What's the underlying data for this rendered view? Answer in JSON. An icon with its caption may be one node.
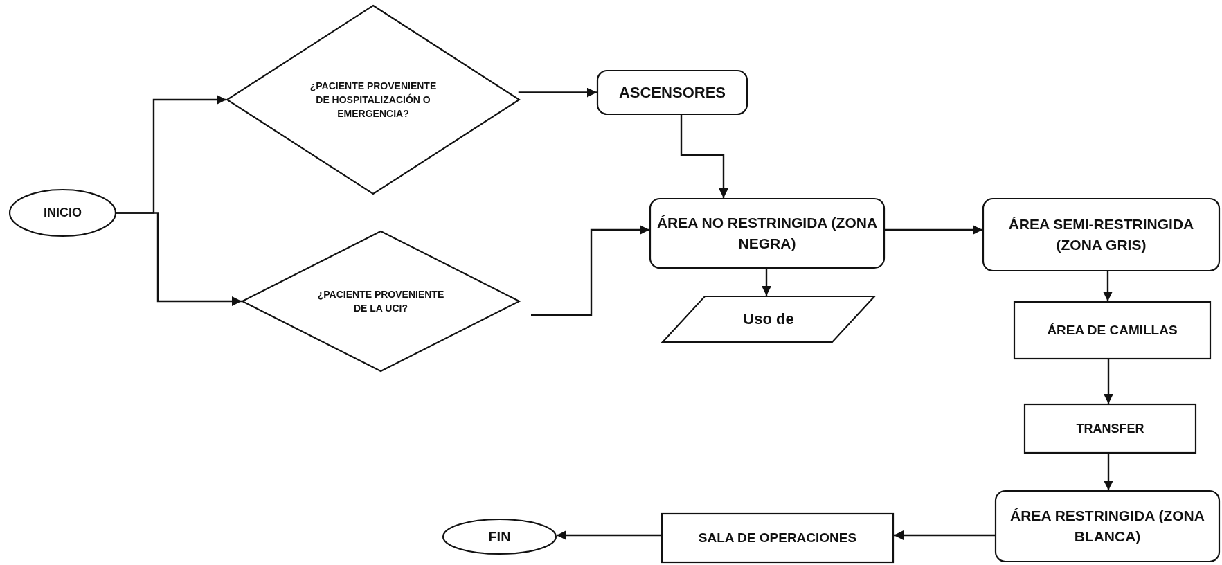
{
  "diagram": {
    "nodes": [
      {
        "text": [
          "INICIO"
        ]
      },
      {
        "text": [
          "¿PACIENTE PROVENIENTE DE HOSPITALIZACIÓN O EMERGENCIA?"
        ]
      },
      {
        "text": [
          "ASCENSORES"
        ]
      },
      {
        "text": [
          "¿PACIENTE PROVENIENTE DE LA UCI?"
        ]
      },
      {
        "text": [
          "ÁREA NO RESTRINGIDA (ZONA NEGRA)"
        ]
      },
      {
        "text": [
          "Uso de"
        ]
      },
      {
        "text": [
          "ÁREA SEMI-RESTRINGIDA (ZONA GRIS)"
        ]
      },
      {
        "text": [
          "ÁREA DE CAMILLAS"
        ]
      },
      {
        "text": [
          "TRANSFER"
        ]
      },
      {
        "text": [
          "ÁREA RESTRINGIDA (ZONA BLANCA)"
        ]
      },
      {
        "text": [
          "SALA DE OPERACIONES"
        ]
      },
      {
        "text": [
          "FIN"
        ]
      }
    ],
    "edges": [
      {
        "from": 0,
        "to": 1,
        "arrow": "to"
      },
      {
        "from": 0,
        "to": 3,
        "arrow": "to"
      },
      {
        "from": 1,
        "to": 2,
        "arrow": "to"
      },
      {
        "from": 2,
        "to": 4,
        "arrow": "to"
      },
      {
        "from": 3,
        "to": 4,
        "arrow": "to"
      },
      {
        "from": 4,
        "to": 5,
        "arrow": "to"
      },
      {
        "from": 4,
        "to": 6,
        "arrow": "to"
      },
      {
        "from": 6,
        "to": 7,
        "arrow": "to"
      },
      {
        "from": 7,
        "to": 8,
        "arrow": "to"
      },
      {
        "from": 8,
        "to": 9,
        "arrow": "to"
      },
      {
        "from": 9,
        "to": 10,
        "arrow": "to"
      },
      {
        "from": 10,
        "to": 11,
        "arrow": "to"
      }
    ]
  }
}
